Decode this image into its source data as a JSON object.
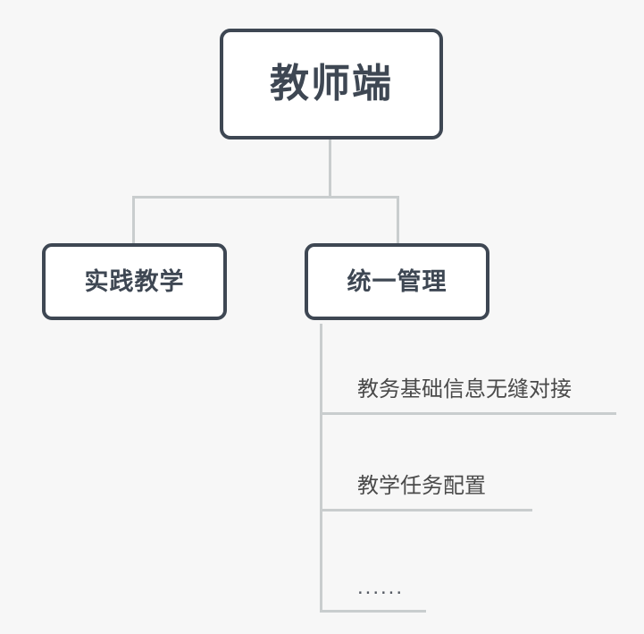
{
  "diagram": {
    "type": "tree-hierarchy",
    "background_color": "#f7f7f7",
    "node_border_color": "#3e4753",
    "node_fill_color": "#ffffff",
    "connector_color": "#c9cdce",
    "leaf_text_color": "#4a4a4a",
    "root": {
      "label": "教师端"
    },
    "children": [
      {
        "label": "实践教学",
        "leaves": []
      },
      {
        "label": "统一管理",
        "leaves": [
          {
            "label": "教务基础信息无缝对接"
          },
          {
            "label": "教学任务配置"
          },
          {
            "label": "......"
          }
        ]
      }
    ]
  }
}
